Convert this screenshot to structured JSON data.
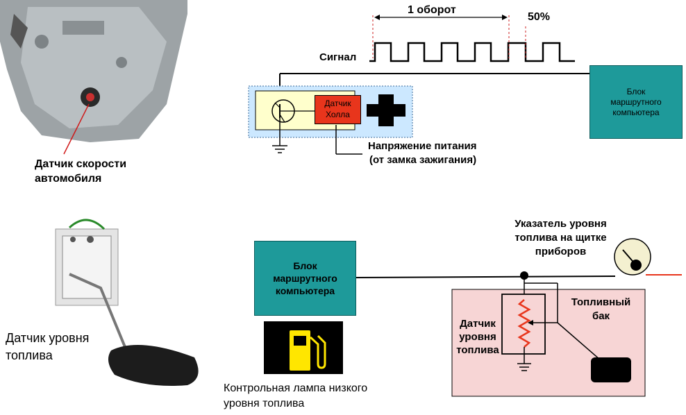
{
  "top_section": {
    "speed_sensor_label_line1": "Датчик скорости",
    "speed_sensor_label_line2": "автомобиля",
    "rotation_label": "1 оборот",
    "duty_label": "50%",
    "signal_label": "Сигнал",
    "hall_sensor_line1": "Датчик",
    "hall_sensor_line2": "Холла",
    "supply_line1": "Напряжение питания",
    "supply_line2": "(от замка зажигания)",
    "computer_line1": "Блок",
    "computer_line2": "маршрутного",
    "computer_line3": "компьютера"
  },
  "bottom_section": {
    "fuel_sensor_label_line1": "Датчик уровня",
    "fuel_sensor_label_line2": "топлива",
    "computer_line1": "Блок",
    "computer_line2": "маршрутного",
    "computer_line3": "компьютера",
    "gauge_line1": "Указатель уровня",
    "gauge_line2": "топлива на щитке",
    "gauge_line3": "приборов",
    "tank_line1": "Топливный",
    "tank_line2": "бак",
    "tank_sensor_line1": "Датчик",
    "tank_sensor_line2": "уровня",
    "tank_sensor_line3": "топлива",
    "lamp_line1": "Контрольная лампа низкого",
    "lamp_line2": "уровня топлива"
  },
  "colors": {
    "teal_box": "#1e9a9a",
    "hall_red": "#e8351c",
    "tank_pink": "#f7d5d5",
    "sensor_yellow": "#ffffcc",
    "dotted_panel": "#cce8ff",
    "lamp_yellow": "#ffe600",
    "resistor_orange": "#e8351c"
  }
}
